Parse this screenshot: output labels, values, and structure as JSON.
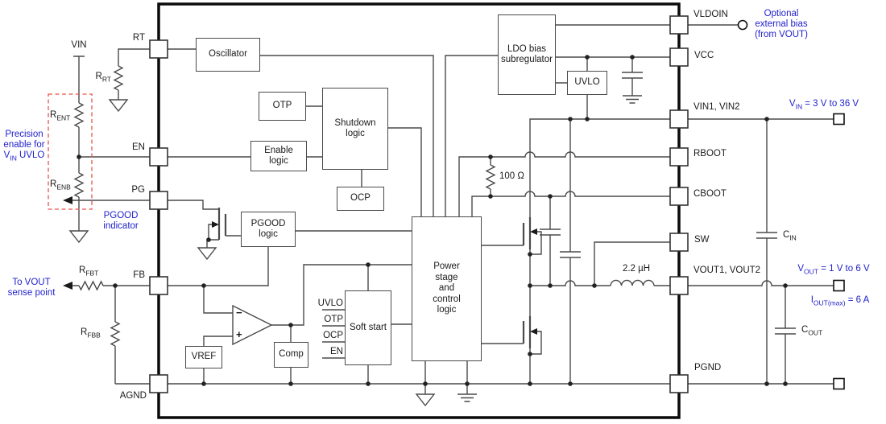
{
  "ic": {
    "pins_left": [
      "RT",
      "EN",
      "PG",
      "FB",
      "AGND"
    ],
    "pins_right": [
      "VLDOIN",
      "VCC",
      "VIN1, VIN2",
      "RBOOT",
      "CBOOT",
      "SW",
      "VOUT1, VOUT2",
      "PGND"
    ],
    "blocks": {
      "oscillator": "Oscillator",
      "otp": "OTP",
      "shutdown": "Shutdown\nlogic",
      "enable": "Enable\nlogic",
      "ocp": "OCP",
      "pgood": "PGOOD\nlogic",
      "vref": "VREF",
      "comp": "Comp",
      "soft_start": "Soft start",
      "power_stage": "Power\nstage\nand\ncontrol\nlogic",
      "ldo": "LDO bias\nsubregulator",
      "uvlo": "UVLO"
    },
    "soft_start_inputs": [
      "UVLO",
      "OTP",
      "OCP",
      "EN"
    ],
    "amp": {
      "minus": "−",
      "plus": "+"
    }
  },
  "components": {
    "vin_node": "VIN",
    "r_rt": {
      "base": "R",
      "sub": "RT"
    },
    "r_ent": {
      "base": "R",
      "sub": "ENT"
    },
    "r_enb": {
      "base": "R",
      "sub": "ENB"
    },
    "r_fbt": {
      "base": "R",
      "sub": "FBT"
    },
    "r_fbb": {
      "base": "R",
      "sub": "FBB"
    },
    "r_boot": "100 Ω",
    "inductor": "2.2 µH",
    "c_in": {
      "base": "C",
      "sub": "IN"
    },
    "c_out": {
      "base": "C",
      "sub": "OUT"
    }
  },
  "annotations": {
    "precision_enable": {
      "line1": "Precision",
      "line2": "enable for",
      "base": "V",
      "sub": "IN",
      "rest": " UVLO"
    },
    "pgood_indicator": "PGOOD\nindicator",
    "vout_sense": "To VOUT\nsense point",
    "optional_bias": "Optional\nexternal bias\n(from VOUT)",
    "vin_range": {
      "base": "V",
      "sub": "IN",
      "rest": " = 3 V to 36 V"
    },
    "vout_range": {
      "base": "V",
      "sub": "OUT",
      "rest": " = 1 V to 6 V"
    },
    "iout_max": {
      "base": "I",
      "sub": "OUT(max)",
      "rest": " = 6 A"
    }
  },
  "colors": {
    "annotation_blue": "#2222cc",
    "enable_outline_red": "#e8544b",
    "wire_gray": "#4a4a4a",
    "ic_border_black": "#0a0a0a"
  }
}
